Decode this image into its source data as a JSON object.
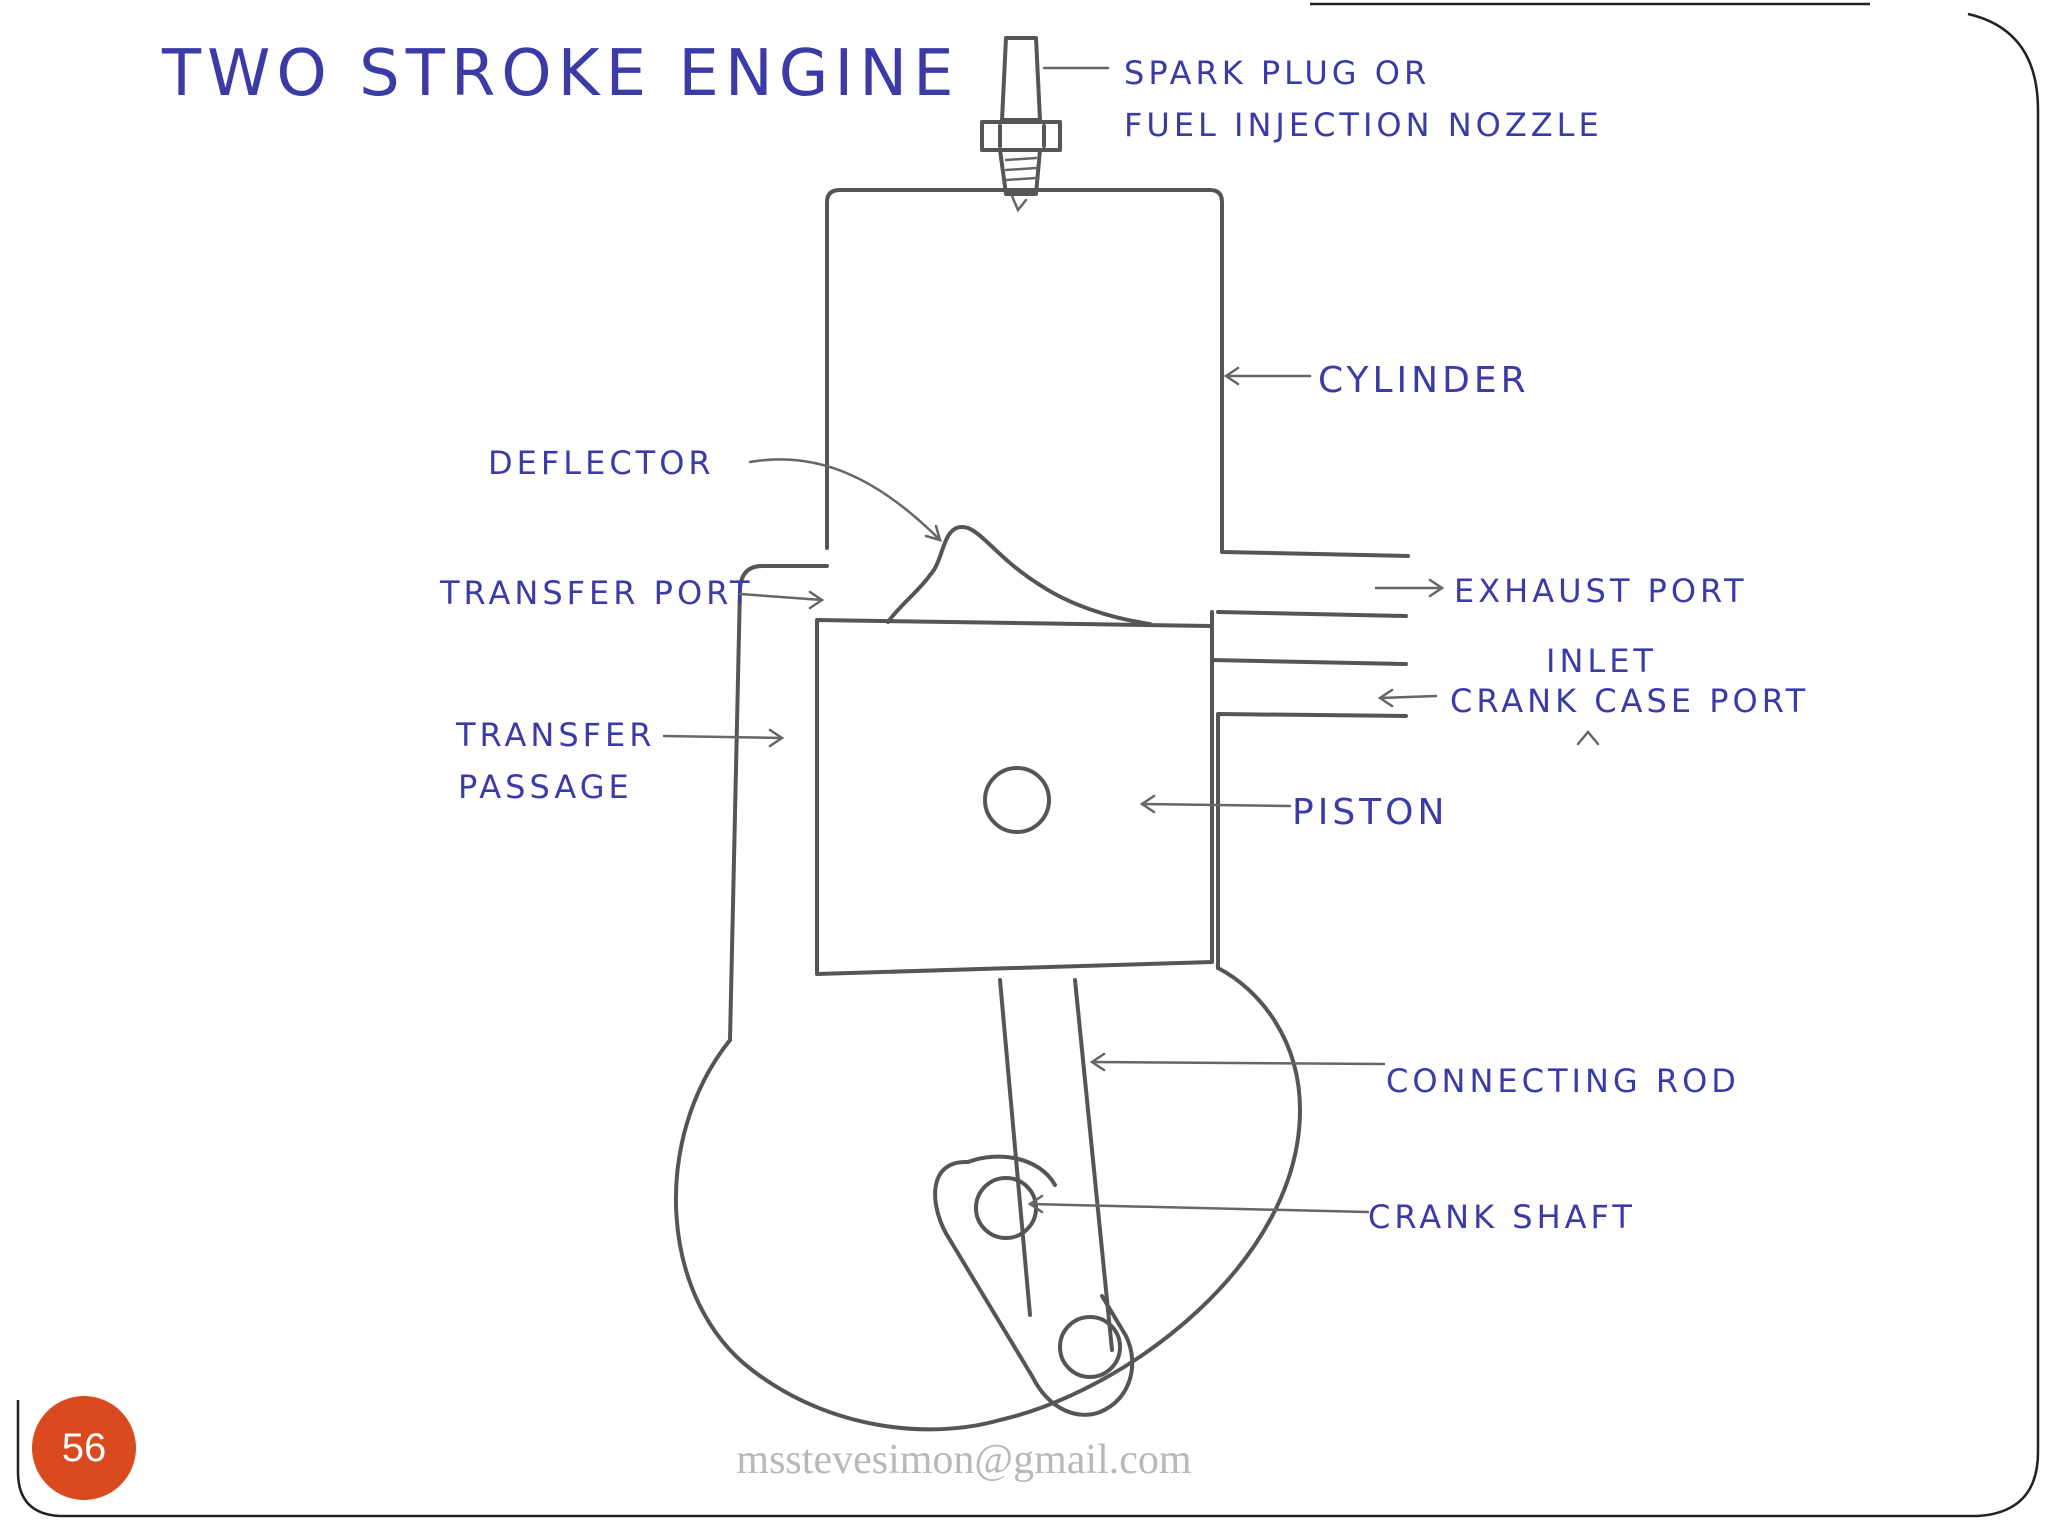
{
  "title": "TWO STROKE ENGINE",
  "labels": {
    "spark_plug_line1": "SPARK PLUG OR",
    "spark_plug_line2": "FUEL INJECTION NOZZLE",
    "cylinder": "CYLINDER",
    "deflector": "DEFLECTOR",
    "transfer_port": "TRANSFER PORT",
    "exhaust_port": "EXHAUST PORT",
    "inlet": "INLET",
    "crank_case_port": "CRANK CASE PORT",
    "transfer_passage_line1": "TRANSFER",
    "transfer_passage_line2": "PASSAGE",
    "piston": "PISTON",
    "connecting_rod": "CONNECTING ROD",
    "crank_shaft": "CRANK SHAFT"
  },
  "slide": {
    "page_number": "56",
    "watermark": "msstevesimon@gmail.com"
  },
  "colors": {
    "ink": "#3b3ba8",
    "pencil": "#555555",
    "badge": "#d94a1e"
  }
}
